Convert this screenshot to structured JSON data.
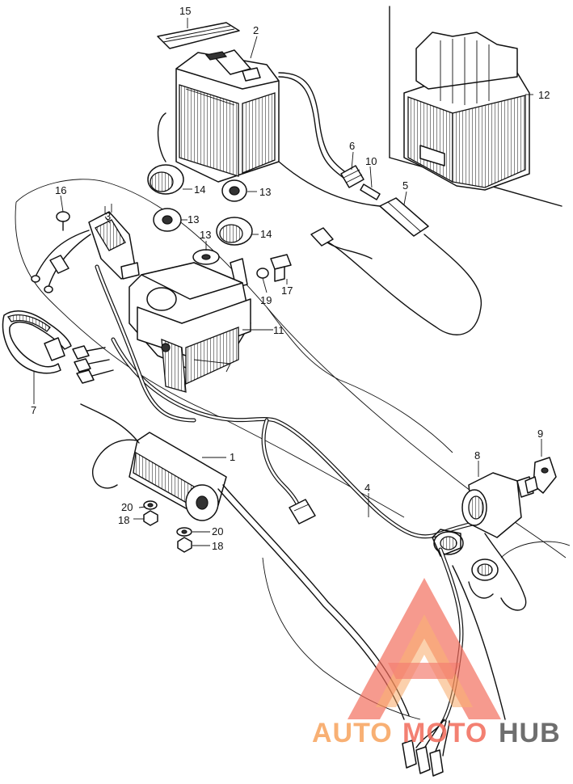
{
  "callouts": {
    "c1": "1",
    "c2": "2",
    "c3": "3",
    "c4": "4",
    "c5": "5",
    "c6": "6",
    "c7": "7",
    "c8": "8",
    "c9": "9",
    "c10": "10",
    "c11": "11",
    "c12": "12",
    "c13a": "13",
    "c13b": "13",
    "c13c": "13",
    "c14a": "14",
    "c14b": "14",
    "c15": "15",
    "c16": "16",
    "c17": "17",
    "c18a": "18",
    "c18b": "18",
    "c19": "19",
    "c20a": "20",
    "c20b": "20"
  },
  "watermark": {
    "part1": "AUTO",
    "part2": "MOTO",
    "part3": "HUB",
    "color_main": "#f26a5a",
    "color_orange": "#f7a35c",
    "color_dark": "#555555"
  }
}
